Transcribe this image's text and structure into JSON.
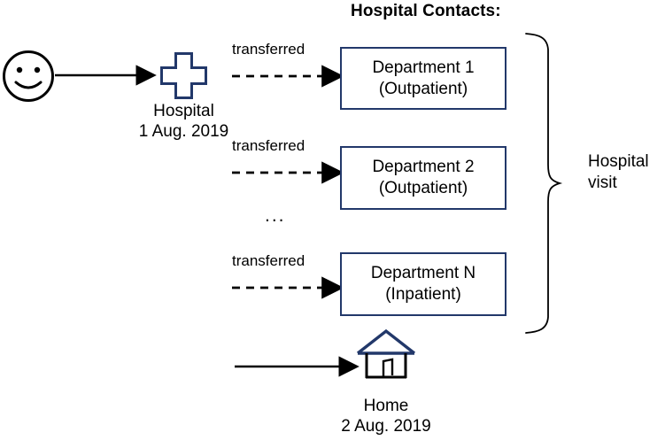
{
  "diagram": {
    "title": "Hospital Contacts:",
    "colors": {
      "navy": "#22386a",
      "black": "#000000",
      "background": "#ffffff"
    },
    "patient": {
      "icon": "smiley-face-icon"
    },
    "hospital": {
      "icon": "hospital-cross-icon",
      "label_line1": "Hospital",
      "label_line2": "1 Aug. 2019"
    },
    "home": {
      "icon": "house-icon",
      "label_line1": "Home",
      "label_line2": "2 Aug. 2019"
    },
    "edges": {
      "admit_label": "",
      "transfer_label": "transferred",
      "discharge_label": ""
    },
    "ellipsis": "...",
    "departments": [
      {
        "name": "Department 1",
        "type": "(Outpatient)"
      },
      {
        "name": "Department 2",
        "type": "(Outpatient)"
      },
      {
        "name": "Department N",
        "type": "(Inpatient)"
      }
    ],
    "brace": {
      "label_line1": "Hospital",
      "label_line2": "visit"
    }
  }
}
